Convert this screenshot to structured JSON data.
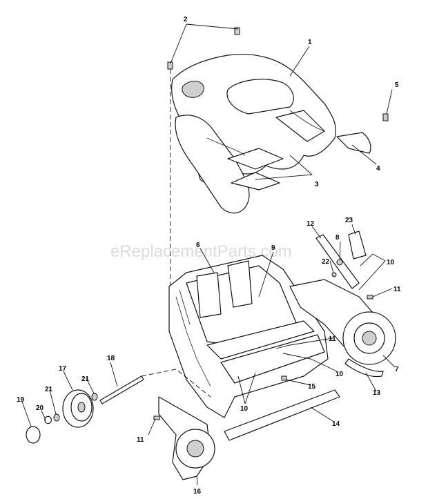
{
  "watermark": "eReplacementParts.com",
  "callouts": {
    "c1": "1",
    "c2": "2",
    "c3": "3",
    "c4": "4",
    "c5": "5",
    "c6": "6",
    "c7": "7",
    "c8": "8",
    "c9": "9",
    "c10a": "10",
    "c10b": "10",
    "c10c": "10",
    "c11a": "11",
    "c11b": "11",
    "c11c": "11",
    "c12": "12",
    "c13": "13",
    "c14": "14",
    "c15": "15",
    "c16": "16",
    "c17": "17",
    "c18": "18",
    "c19": "19",
    "c20": "20",
    "c21a": "21",
    "c21b": "21",
    "c22": "22",
    "c23": "23"
  }
}
